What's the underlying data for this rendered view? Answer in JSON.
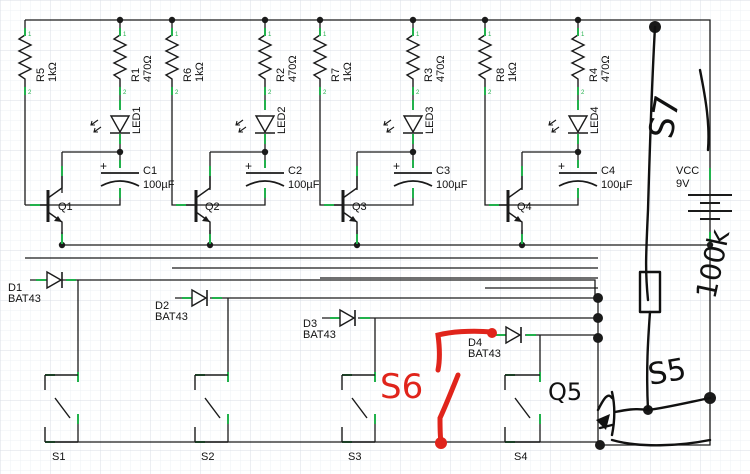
{
  "resistors": [
    {
      "ref": "R5",
      "value": "1kΩ"
    },
    {
      "ref": "R1",
      "value": "470Ω"
    },
    {
      "ref": "R6",
      "value": "1kΩ"
    },
    {
      "ref": "R2",
      "value": "470Ω"
    },
    {
      "ref": "R7",
      "value": "1kΩ"
    },
    {
      "ref": "R3",
      "value": "470Ω"
    },
    {
      "ref": "R8",
      "value": "1kΩ"
    },
    {
      "ref": "R4",
      "value": "470Ω"
    }
  ],
  "leds": [
    "LED1",
    "LED2",
    "LED3",
    "LED4"
  ],
  "capacitors": [
    {
      "ref": "C1",
      "value": "100µF"
    },
    {
      "ref": "C2",
      "value": "100µF"
    },
    {
      "ref": "C3",
      "value": "100µF"
    },
    {
      "ref": "C4",
      "value": "100µF"
    }
  ],
  "transistors": [
    "Q1",
    "Q2",
    "Q3",
    "Q4"
  ],
  "diodes": [
    {
      "ref": "D1",
      "value": "BAT43"
    },
    {
      "ref": "D2",
      "value": "BAT43"
    },
    {
      "ref": "D3",
      "value": "BAT43"
    },
    {
      "ref": "D4",
      "value": "BAT43"
    }
  ],
  "switches": [
    "S1",
    "S2",
    "S3",
    "S4"
  ],
  "battery": {
    "ref": "VCC",
    "value": "9V"
  },
  "pin_labels": {
    "one": "1",
    "two": "2"
  },
  "cap_polarity": "+",
  "annotations": {
    "s6": "S6",
    "s7": "S7",
    "q5": "Q5",
    "s5": "S5",
    "r100k": "100k"
  },
  "colors": {
    "wire": "#1a1a1a",
    "pin": "#22b14c",
    "handwriting": "#111111",
    "red_annotation": "#e0241b",
    "grid_minor": "#eef0f4",
    "grid_major": "#d9dde5"
  }
}
